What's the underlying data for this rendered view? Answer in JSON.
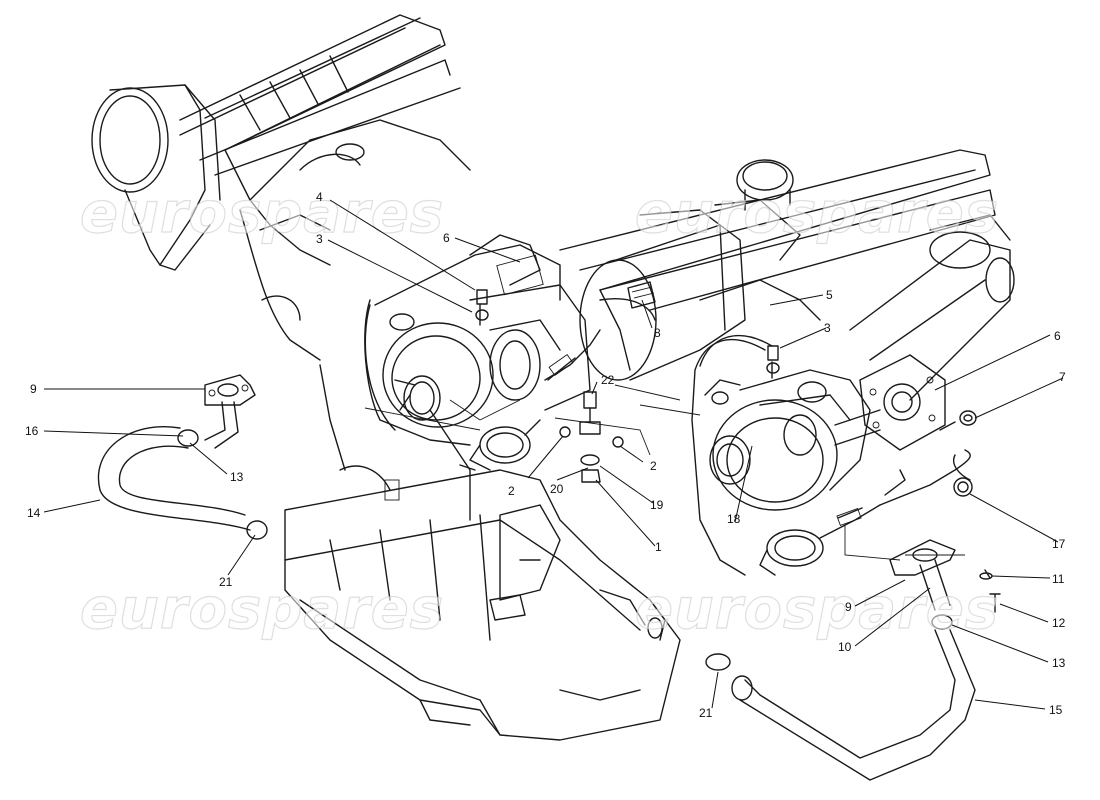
{
  "diagram": {
    "watermarks": [
      "eurospares",
      "eurospares",
      "eurospares",
      "eurospares"
    ],
    "callouts": [
      {
        "id": "c-9-left",
        "label": "9"
      },
      {
        "id": "c-16",
        "label": "16"
      },
      {
        "id": "c-13-left",
        "label": "13"
      },
      {
        "id": "c-14",
        "label": "14"
      },
      {
        "id": "c-21-left",
        "label": "21"
      },
      {
        "id": "c-4",
        "label": "4"
      },
      {
        "id": "c-3-left",
        "label": "3"
      },
      {
        "id": "c-6-left",
        "label": "6"
      },
      {
        "id": "c-8",
        "label": "8"
      },
      {
        "id": "c-5",
        "label": "5"
      },
      {
        "id": "c-3-right",
        "label": "3"
      },
      {
        "id": "c-6-right",
        "label": "6"
      },
      {
        "id": "c-7",
        "label": "7"
      },
      {
        "id": "c-22",
        "label": "22"
      },
      {
        "id": "c-2-left",
        "label": "2"
      },
      {
        "id": "c-2-right",
        "label": "2"
      },
      {
        "id": "c-20",
        "label": "20"
      },
      {
        "id": "c-19",
        "label": "19"
      },
      {
        "id": "c-1",
        "label": "1"
      },
      {
        "id": "c-18",
        "label": "18"
      },
      {
        "id": "c-17",
        "label": "17"
      },
      {
        "id": "c-11",
        "label": "11"
      },
      {
        "id": "c-9-right",
        "label": "9"
      },
      {
        "id": "c-12",
        "label": "12"
      },
      {
        "id": "c-10",
        "label": "10"
      },
      {
        "id": "c-13-right",
        "label": "13"
      },
      {
        "id": "c-21-bottom",
        "label": "21"
      },
      {
        "id": "c-15",
        "label": "15"
      }
    ]
  }
}
